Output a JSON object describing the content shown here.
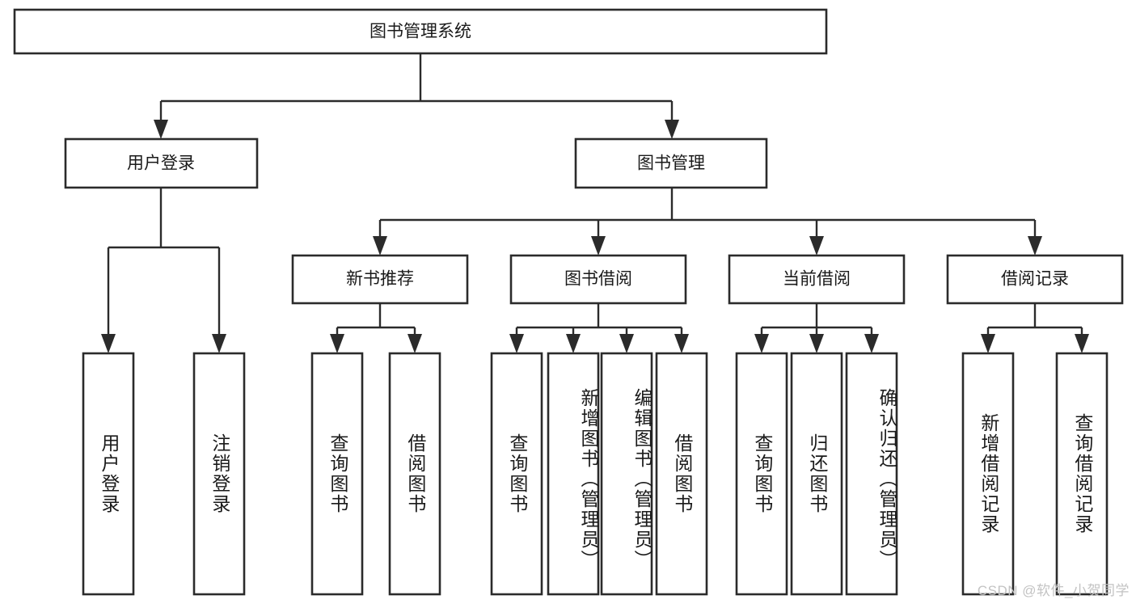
{
  "diagram": {
    "title": "图书管理系统",
    "type": "tree-hierarchy-diagram",
    "colors": {
      "box_stroke": "#2b2b2b",
      "box_fill": "#ffffff",
      "connector": "#2b2b2b",
      "text": "#1a1a1a",
      "watermark": "#c3c3c3",
      "background": "#ffffff"
    },
    "root": {
      "label": "图书管理系统"
    },
    "level2": [
      {
        "id": "user-login",
        "label": "用户登录"
      },
      {
        "id": "book-manage",
        "label": "图书管理"
      }
    ],
    "level3": [
      {
        "id": "new-book-recommend",
        "label": "新书推荐"
      },
      {
        "id": "book-borrow",
        "label": "图书借阅"
      },
      {
        "id": "current-borrow",
        "label": "当前借阅"
      },
      {
        "id": "borrow-record",
        "label": "借阅记录"
      }
    ],
    "leaves": {
      "user_login": [
        {
          "id": "leaf-user-login",
          "label": "用户登录"
        },
        {
          "id": "leaf-logout-login",
          "label": "注销登录"
        }
      ],
      "new_book_recommend": [
        {
          "id": "leaf-query-book-1",
          "label": "查询图书"
        },
        {
          "id": "leaf-borrow-book-1",
          "label": "借阅图书"
        }
      ],
      "book_borrow": [
        {
          "id": "leaf-query-book-2",
          "label": "查询图书"
        },
        {
          "id": "leaf-add-book-admin",
          "label": "新增图书（管理员）"
        },
        {
          "id": "leaf-edit-book-admin",
          "label": "编辑图书（管理员）"
        },
        {
          "id": "leaf-borrow-book-2",
          "label": "借阅图书"
        }
      ],
      "current_borrow": [
        {
          "id": "leaf-query-book-3",
          "label": "查询图书"
        },
        {
          "id": "leaf-return-book",
          "label": "归还图书"
        },
        {
          "id": "leaf-confirm-return-admin",
          "label": "确认归还（管理员）"
        }
      ],
      "borrow_record": [
        {
          "id": "leaf-add-borrow-record",
          "label": "新增借阅记录"
        },
        {
          "id": "leaf-query-borrow-record",
          "label": "查询借阅记录"
        }
      ]
    }
  },
  "watermark": {
    "text": "CSDN @软件_小贺同学"
  }
}
